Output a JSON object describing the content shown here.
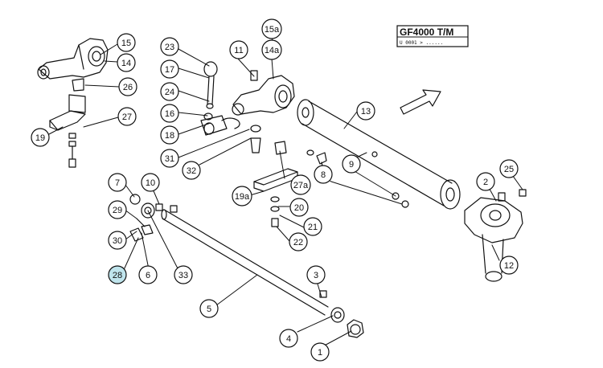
{
  "model_box": {
    "title": "GF4000 T/M",
    "subtitle": "U 0001 > ......"
  },
  "callouts": [
    {
      "id": "15",
      "label": "15",
      "highlight": false
    },
    {
      "id": "14",
      "label": "14",
      "highlight": false
    },
    {
      "id": "26",
      "label": "26",
      "highlight": false
    },
    {
      "id": "27",
      "label": "27",
      "highlight": false
    },
    {
      "id": "19",
      "label": "19",
      "highlight": false
    },
    {
      "id": "23",
      "label": "23",
      "highlight": false
    },
    {
      "id": "17",
      "label": "17",
      "highlight": false
    },
    {
      "id": "24",
      "label": "24",
      "highlight": false
    },
    {
      "id": "16",
      "label": "16",
      "highlight": false
    },
    {
      "id": "18",
      "label": "18",
      "highlight": false
    },
    {
      "id": "31",
      "label": "31",
      "highlight": false
    },
    {
      "id": "32",
      "label": "32",
      "highlight": false
    },
    {
      "id": "11",
      "label": "11",
      "highlight": false
    },
    {
      "id": "15a",
      "label": "15a",
      "highlight": false
    },
    {
      "id": "14a",
      "label": "14a",
      "highlight": false
    },
    {
      "id": "13",
      "label": "13",
      "highlight": false
    },
    {
      "id": "9",
      "label": "9",
      "highlight": false
    },
    {
      "id": "8",
      "label": "8",
      "highlight": false
    },
    {
      "id": "27a",
      "label": "27a",
      "highlight": false
    },
    {
      "id": "19a",
      "label": "19a",
      "highlight": false
    },
    {
      "id": "20",
      "label": "20",
      "highlight": false
    },
    {
      "id": "21",
      "label": "21",
      "highlight": false
    },
    {
      "id": "22",
      "label": "22",
      "highlight": false
    },
    {
      "id": "2",
      "label": "2",
      "highlight": false
    },
    {
      "id": "25",
      "label": "25",
      "highlight": false
    },
    {
      "id": "12",
      "label": "12",
      "highlight": false
    },
    {
      "id": "7",
      "label": "7",
      "highlight": false
    },
    {
      "id": "10",
      "label": "10",
      "highlight": false
    },
    {
      "id": "29",
      "label": "29",
      "highlight": false
    },
    {
      "id": "30",
      "label": "30",
      "highlight": false
    },
    {
      "id": "28",
      "label": "28",
      "highlight": true
    },
    {
      "id": "6",
      "label": "6",
      "highlight": false
    },
    {
      "id": "33",
      "label": "33",
      "highlight": false
    },
    {
      "id": "5",
      "label": "5",
      "highlight": false
    },
    {
      "id": "3",
      "label": "3",
      "highlight": false
    },
    {
      "id": "4",
      "label": "4",
      "highlight": false
    },
    {
      "id": "1",
      "label": "1",
      "highlight": false
    }
  ],
  "colors": {
    "line": "#111111",
    "highlight_fill": "#bfe4ec",
    "highlight_text": "#7fb0bd"
  }
}
